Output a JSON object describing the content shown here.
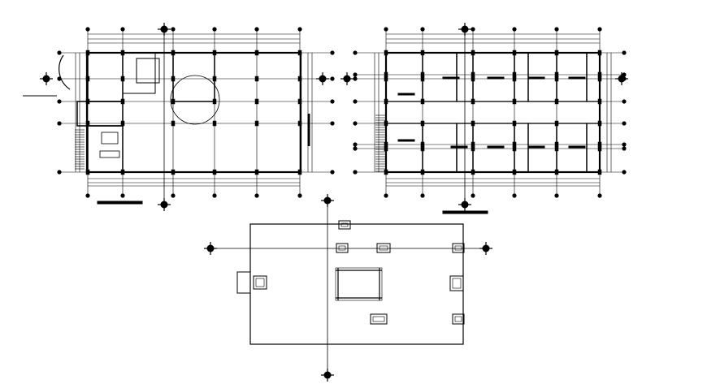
{
  "drawing": {
    "views": [
      {
        "id": "ground-floor-plan"
      },
      {
        "id": "upper-floor-plan"
      },
      {
        "id": "roof-plan"
      }
    ],
    "colors": {
      "background": "#ffffff",
      "line": "#000000"
    }
  }
}
